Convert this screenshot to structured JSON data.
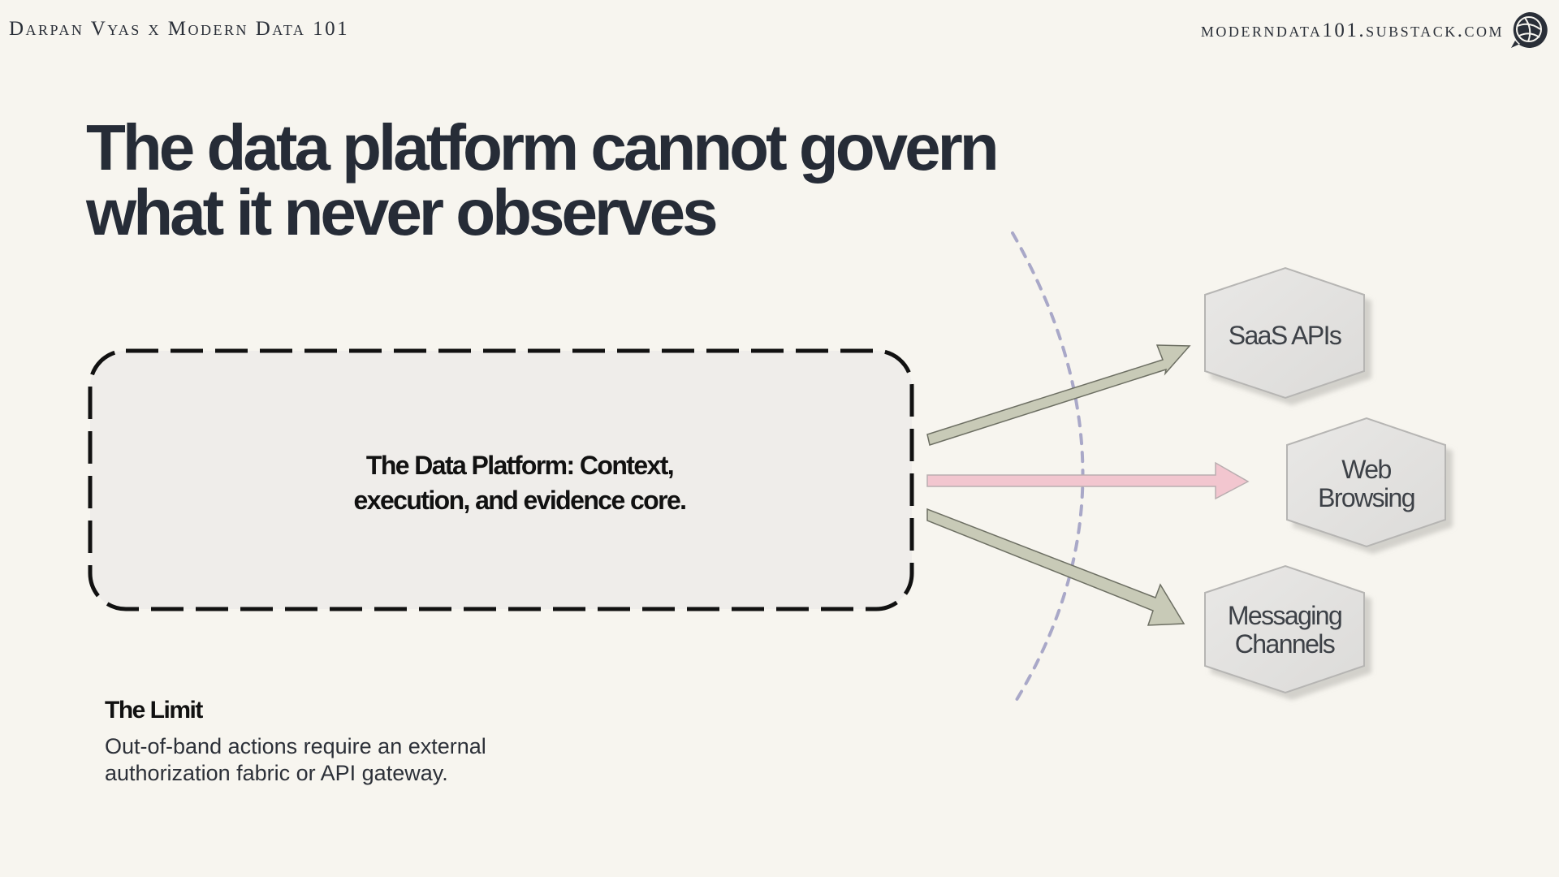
{
  "header": {
    "left_text": "Darpan Vyas x Modern Data 101",
    "right_text": "moderndata101.substack.com",
    "logo_icon": "globe-chat-icon"
  },
  "title": {
    "line1": "The data platform cannot govern",
    "line2": "what it never observes"
  },
  "platform": {
    "line1": "The Data Platform: Context,",
    "line2": "execution, and evidence core."
  },
  "targets": [
    {
      "lines": [
        "SaaS APIs"
      ]
    },
    {
      "lines": [
        "Web",
        "Browsing"
      ]
    },
    {
      "lines": [
        "Messaging",
        "Channels"
      ]
    }
  ],
  "limit": {
    "title": "The Limit",
    "body_line1": "Out-of-band actions require an external",
    "body_line2": "authorization fabric or API gateway."
  },
  "colors": {
    "background": "#f7f5ef",
    "title": "#262c37",
    "arrow_green": "#c8cab7",
    "arrow_pink": "#f2c6cf",
    "boundary_dash": "#a9a8c8"
  }
}
